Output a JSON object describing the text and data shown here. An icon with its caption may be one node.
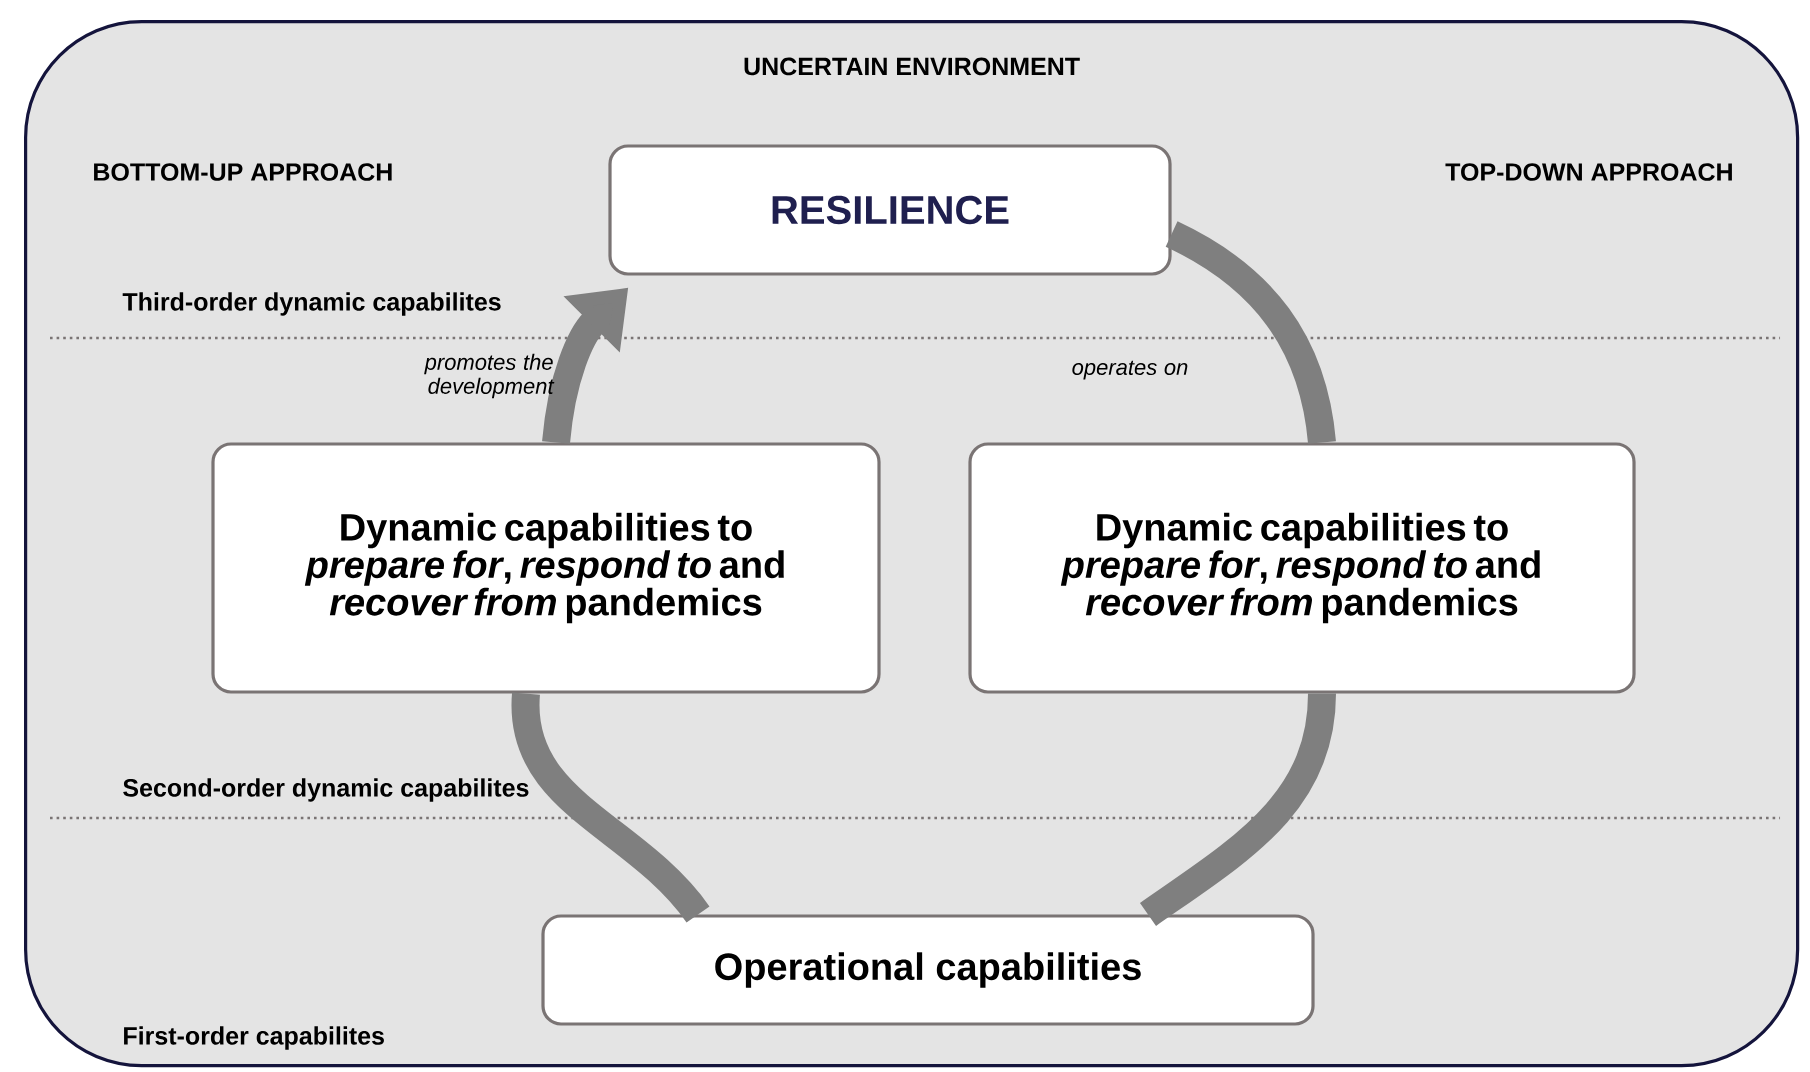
{
  "diagram": {
    "nodes": [
      {
        "text": [
          "UNCERTAIN ENVIRONMENT"
        ]
      },
      {
        "text": [
          "RESILIENCE"
        ],
        "in": 0
      },
      {
        "text": [
          "Dynamic capabilities to *prepare for*, *respond to* and *recover from* pandemics"
        ],
        "in": 0
      },
      {
        "text": [
          "Dynamic capabilities to *prepare for*, *respond to* and *recover from* pandemics"
        ],
        "in": 0
      },
      {
        "text": [
          "Operational capabilities"
        ],
        "in": 0
      }
    ],
    "edges": [
      {
        "from": 4,
        "to": 2,
        "arrow": "none"
      },
      {
        "from": 2,
        "to": 1,
        "arrow": "to",
        "label": "promotes the development"
      },
      {
        "from": 1,
        "to": 3,
        "arrow": "none",
        "label": "operates on"
      },
      {
        "from": 3,
        "to": 4,
        "arrow": "none"
      }
    ],
    "labels": [
      "BOTTOM-UP APPROACH",
      "TOP-DOWN APPROACH",
      "Third-order dynamic capabilites",
      "Second-order dynamic capabilites",
      "First-order capabilites"
    ]
  }
}
